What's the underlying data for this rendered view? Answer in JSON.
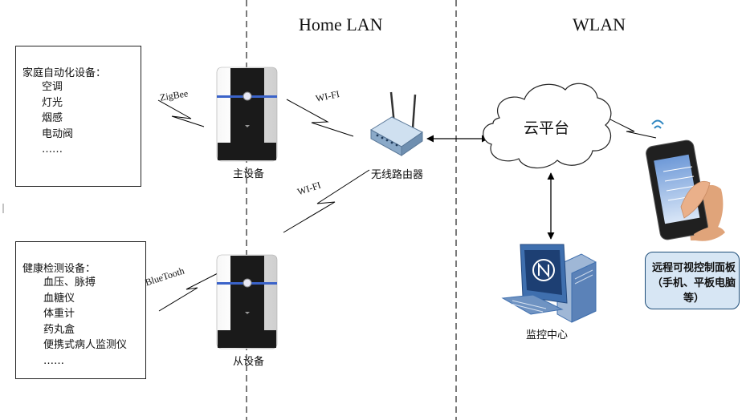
{
  "zones": {
    "home_lan": "Home LAN",
    "wlan": "WLAN"
  },
  "home_devices": {
    "title": "家庭自动化设备：",
    "items": [
      "空调",
      "灯光",
      "烟感",
      "电动阀",
      "……"
    ]
  },
  "health_devices": {
    "title": "健康检测设备：",
    "items": [
      "血压、脉搏",
      "血糖仪",
      "体重计",
      "药丸盒",
      "便携式病人监测仪",
      "……"
    ]
  },
  "links": {
    "zigbee": "ZigBee",
    "wifi_main": "WI-FI",
    "wifi_secondary": "WI-FI",
    "bluetooth": "BlueTooth"
  },
  "nodes": {
    "main_device": "主设备",
    "secondary_device": "从设备",
    "router": "无线路由器",
    "cloud": "云平台",
    "monitor_center": "监控中心",
    "remote_panel": "远程可视控制面板（手机、平板电脑等）"
  },
  "colors": {
    "device_dark": "#1a1a1a",
    "device_light": "#f2f2f2",
    "device_accent": "#3b63c9",
    "remote_box_fill": "#d7e6f4",
    "remote_box_border": "#1f4e79",
    "router_body": "#8aa9c8",
    "monitor_blue": "#3f6fae",
    "phone_body": "#202020"
  }
}
